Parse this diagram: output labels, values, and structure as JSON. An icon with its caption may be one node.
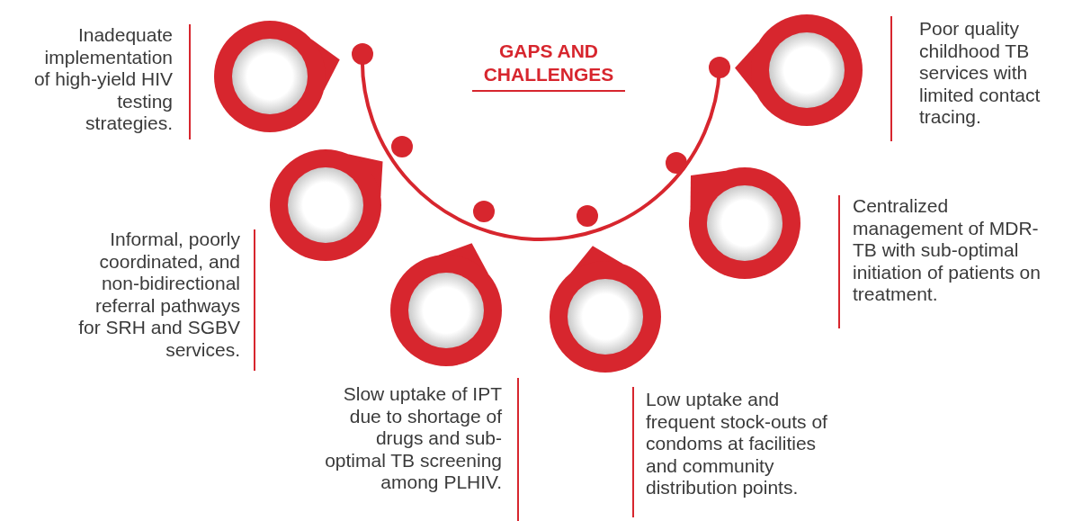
{
  "diagram": {
    "title": "GAPS AND CHALLENGES",
    "nodes": [
      {
        "text": [],
        "shape": "circle",
        "beside": [
          "Inadequate implementation of high-yield HIV testing strategies."
        ]
      },
      {
        "text": [],
        "shape": "circle",
        "beside": [
          "Informal, poorly coordinated, and non-bidirectional referral pathways for SRH and SGBV services."
        ]
      },
      {
        "text": [],
        "shape": "circle",
        "beside": [
          "Slow uptake of IPT due to shortage of drugs and sub-optimal TB screening among PLHIV."
        ]
      },
      {
        "text": [],
        "shape": "circle",
        "beside": [
          "Low uptake and frequent stock-outs of condoms at facilities and community distribution points."
        ]
      },
      {
        "text": [],
        "shape": "circle",
        "beside": [
          "Centralized management of MDR-TB with sub-optimal initiation of patients on treatment."
        ]
      },
      {
        "text": [],
        "shape": "circle",
        "beside": [
          "Poor quality childhood TB services with limited contact tracing."
        ]
      }
    ]
  }
}
